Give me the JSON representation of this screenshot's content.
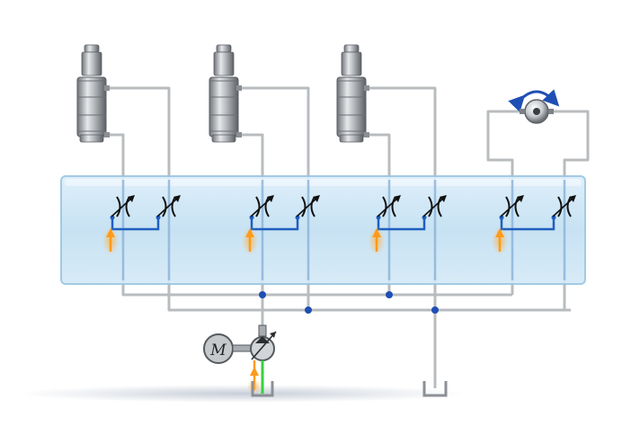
{
  "diagram": {
    "motor": {
      "symbol": "M"
    },
    "actuators": [
      {
        "kind": "linear-cylinder"
      },
      {
        "kind": "linear-cylinder"
      },
      {
        "kind": "linear-cylinder"
      },
      {
        "kind": "rotary-motor",
        "rotation": "bidirectional"
      }
    ],
    "valve_pairs_per_actuator": 2,
    "colors": {
      "manifold_fill": "#cfe6f5",
      "manifold_edge": "#9cc6e2",
      "pipe": "#b9bcbf",
      "pipe_blue": "#1f5fbf",
      "junction": "#1f4fb5",
      "flow_arrow": "#ff9a1a",
      "suction_line": "#36d13a",
      "metal": "#9a9ea3"
    }
  }
}
